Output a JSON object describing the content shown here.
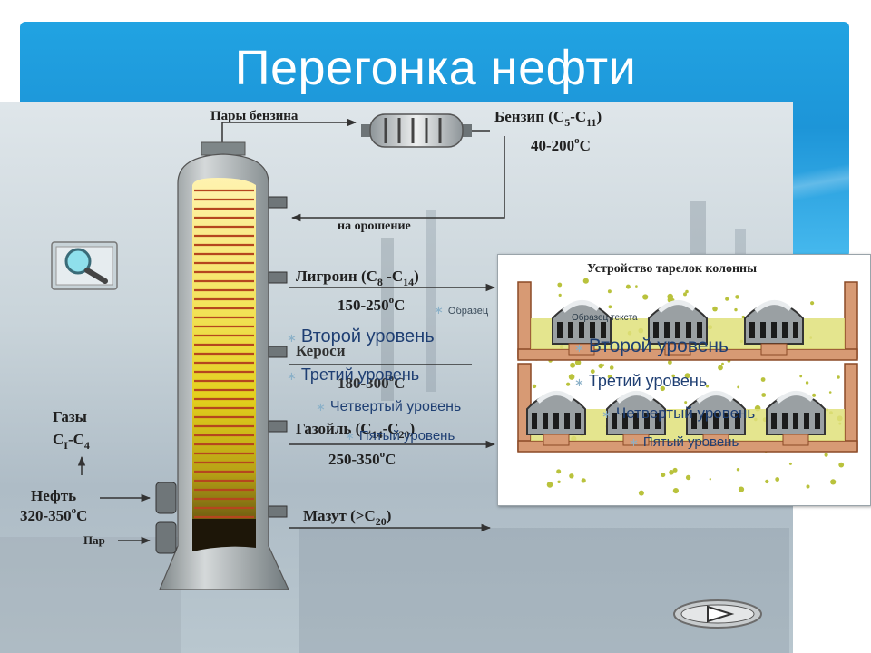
{
  "slide": {
    "title": "Перегонка нефти"
  },
  "column": {
    "top_label": "Пары бензина",
    "product_gasoline": "Бензип (C",
    "gasoline_sub1": "5",
    "gasoline_dash": "-C",
    "gasoline_sub2": "11",
    "gasoline_end": ")",
    "gasoline_temp": "40-200",
    "gasoline_temp_unit": "C",
    "reflux": "на орошение",
    "ligroin": "Лигроин (C",
    "ligroin_sub1": "8",
    "ligroin_dash": " -C",
    "ligroin_sub2": "14",
    "ligroin_end": ")",
    "ligroin_temp": "150-250",
    "ligroin_temp_unit": "C",
    "kerosene_partial": "Кероси",
    "kerosene_temp_partial": "180-300",
    "kerosene_temp_unit": "C",
    "gasoil": "Газойль (C",
    "gasoil_sub1": "14",
    "gasoil_dash": "-C",
    "gasoil_sub2": "20",
    "gasoil_end": ")",
    "gasoil_temp": "250-350",
    "gasoil_temp_unit": "C",
    "mazut": "Мазут  (>C",
    "mazut_sub": "20",
    "mazut_end": ")",
    "gases": "Газы",
    "gases_formula": "C",
    "gases_sub1": "I",
    "gases_dash": "-C",
    "gases_sub2": "4",
    "oil": "Нефть",
    "oil_temp": "320-350",
    "oil_temp_unit": "C",
    "steam": "Пар",
    "degree": "o"
  },
  "inset": {
    "title": "Устройство тарелок колонны"
  },
  "placeholders": {
    "sample_text": "Образец текста",
    "sample_text_a": "Образец",
    "sample_text_b": "Образец текста",
    "level2": "Второй уровень",
    "level3": "Третий уровень",
    "level4": "Четвертый уровень",
    "level4_cut": "Четвертый уровень",
    "level5": "Пятый уровень",
    "bullet": "∗"
  },
  "colors": {
    "band": "#1d95d8",
    "column_body": "#9ea4a6",
    "tray_red": "#b5461e",
    "liquid": "#d8df5a"
  },
  "icons": [
    "magnifier-icon",
    "next-arrow-icon"
  ]
}
